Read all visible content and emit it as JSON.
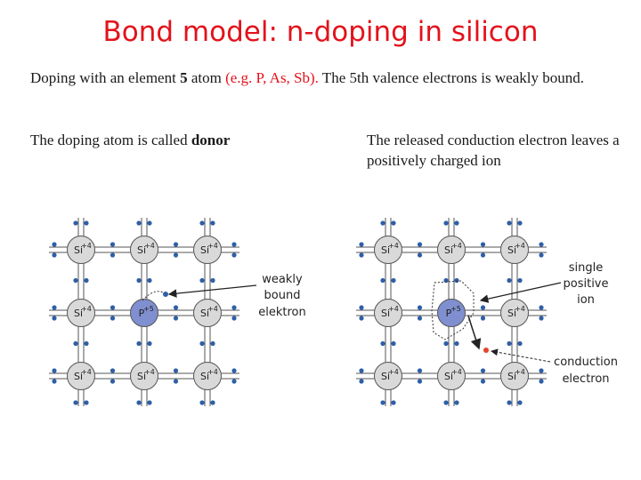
{
  "slide": {
    "title": "Bond model: n-doping in silicon",
    "intro": {
      "part1": "Doping with an element ",
      "bold_number": "5",
      "part2": " atom ",
      "examples": "(e.g. P, As, Sb).",
      "part3": " The 5th valence electrons is weakly bound."
    },
    "left_caption": {
      "text": "The doping atom is called",
      "bold": "donor"
    },
    "right_caption": "The released conduction electron leaves a positively charged ion"
  },
  "diagrams": {
    "left": {
      "atoms": [
        "Si",
        "Si",
        "Si",
        "Si",
        "P",
        "Si",
        "Si",
        "Si",
        "Si"
      ],
      "charges": [
        "+4",
        "+4",
        "+4",
        "+4",
        "+5",
        "+4",
        "+4",
        "+4",
        "+4"
      ],
      "label_lines": [
        "weakly",
        "bound",
        "elektron"
      ]
    },
    "right": {
      "atoms": [
        "Si",
        "Si",
        "Si",
        "Si",
        "P",
        "Si",
        "Si",
        "Si",
        "Si"
      ],
      "charges": [
        "+4",
        "+4",
        "+4",
        "+4",
        "+5",
        "+4",
        "+4",
        "+4",
        "+4"
      ],
      "ion_label_lines": [
        "single",
        "positive",
        "ion"
      ],
      "electron_label_lines": [
        "conduction",
        "electron"
      ]
    }
  },
  "colors": {
    "title": "#e3121b",
    "si_atom": "#d9d9d9",
    "donor_atom": "#7f8fcf",
    "electron": "#2e5fa8",
    "free_electron": "#e3452a"
  }
}
